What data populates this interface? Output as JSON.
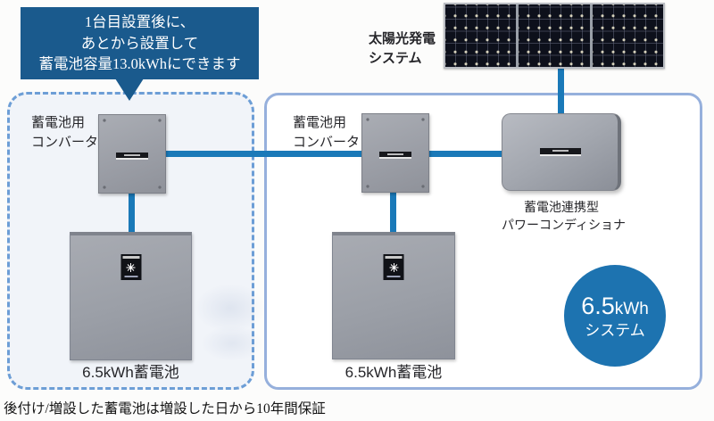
{
  "callout": {
    "line1": "1台目設置後に、",
    "line2": "あとから設置して",
    "line3": "蓄電池容量13.0kWhにできます"
  },
  "solar": {
    "label_line1": "太陽光発電",
    "label_line2": "システム",
    "module_count": 3
  },
  "groups": {
    "added": {
      "converter_label_line1": "蓄電池用",
      "converter_label_line2": "コンバータ",
      "battery_label": "6.5kWh蓄電池"
    },
    "base": {
      "converter_label_line1": "蓄電池用",
      "converter_label_line2": "コンバータ",
      "battery_label": "6.5kWh蓄電池",
      "pcs_label_line1": "蓄電池連携型",
      "pcs_label_line2": "パワーコンディショナ"
    }
  },
  "system_badge": {
    "capacity": "6.5",
    "unit": "kWh",
    "label": "システム"
  },
  "footnote": "後付け/増設した蓄電池は増設した日から10年間保証",
  "colors": {
    "callout_bg": "#1a5a8d",
    "connector_line": "#1a79b8",
    "dashed_border": "#6d9ed6",
    "solid_border": "#96b0dc",
    "circle_bg": "#1d73b0",
    "device_gray": "#9b9ea6"
  },
  "icons": {
    "badge_icon": "starburst-icon"
  }
}
